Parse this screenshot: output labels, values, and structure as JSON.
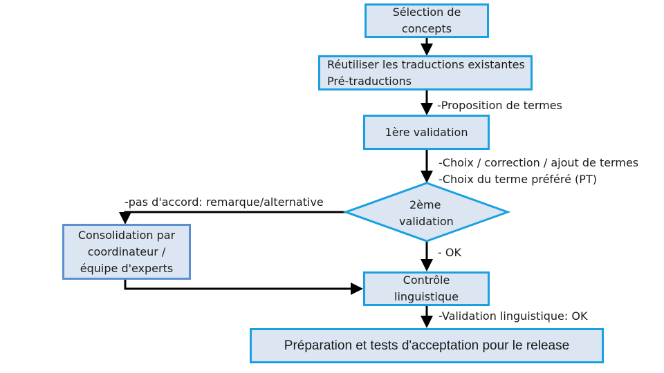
{
  "steps": {
    "selection": [
      "Sélection de",
      "concepts"
    ],
    "reuse": [
      "Réutiliser les traductions existantes",
      "Pré-traductions"
    ],
    "first_validation": "1ère validation",
    "second_validation": [
      "2ème",
      "validation"
    ],
    "consolidation": [
      "Consolidation par",
      "coordinateur /",
      "équipe d'experts"
    ],
    "linguistic_control": [
      "Contrôle",
      "linguistique"
    ],
    "release": "Préparation et tests d'acceptation pour le release"
  },
  "annotations": {
    "proposal": "-Proposition de termes",
    "choice": [
      "-Choix / correction / ajout de termes",
      "-Choix du terme préféré (PT)"
    ],
    "disagreement": "-pas d'accord: remarque/alternative",
    "ok": "- OK",
    "linguistic_ok": "-Validation linguistique: OK"
  },
  "colors": {
    "box_fill": "#dce6f2",
    "box_border": "#1aa0e0",
    "consolidation_border": "#5b8fcf",
    "arrow": "#000000"
  }
}
